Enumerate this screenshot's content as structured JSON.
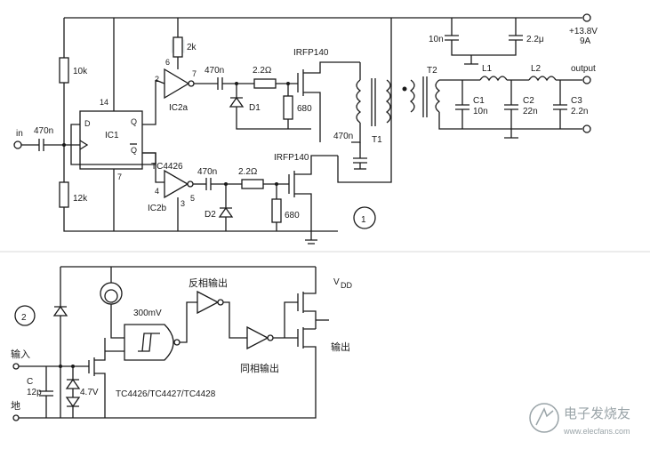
{
  "circuit1": {
    "supply": "+13.8V",
    "current": "9A",
    "output": "output",
    "input": "in",
    "number": "1",
    "labels": {
      "c_in": "470n",
      "r10k": "10k",
      "r12k": "12k",
      "ic1": "IC1",
      "q": "Q",
      "qbar": "Q",
      "d": "D",
      "pin14": "14",
      "pin7": "7",
      "r2k": "2k",
      "pin6": "6",
      "pin2": "2",
      "pin7b": "7",
      "ic2a": "IC2a",
      "c1a": "470n",
      "r22a": "2.2Ω",
      "irfp_a": "IRFP140",
      "d1": "D1",
      "r680a": "680",
      "tc4426": "TC4426",
      "pin4": "4",
      "pin5": "5",
      "pin3": "3",
      "ic2b": "IC2b",
      "c1b": "470n",
      "r22b": "2.2Ω",
      "irfp_b": "IRFP140",
      "d2": "D2",
      "r680b": "680",
      "c10n_top": "10n",
      "c22u": "2.2μ",
      "t1": "T1",
      "t2": "T2",
      "c470n": "470n",
      "l1": "L1",
      "l2": "L2",
      "c1": "C1",
      "c1v": "10n",
      "c2": "C2",
      "c2v": "22n",
      "c3": "C3",
      "c3v": "2.2n"
    }
  },
  "circuit2": {
    "number": "2",
    "input": "输入",
    "ground": "地",
    "cap": "C",
    "cap_value": "12p",
    "zener": "4.7V",
    "threshold": "300mV",
    "inverted_out": "反相输出",
    "noninverted_out": "同相输出",
    "output": "输出",
    "vdd": "V",
    "vdd_sub": "DD",
    "part_numbers": "TC4426/TC4427/TC4428"
  },
  "watermark": {
    "text": "电子发烧友",
    "url": "www.elecfans.com"
  },
  "colors": {
    "ink": "#1a1a1a",
    "paper": "#ffffff",
    "watermark": "#9aa4a8"
  }
}
